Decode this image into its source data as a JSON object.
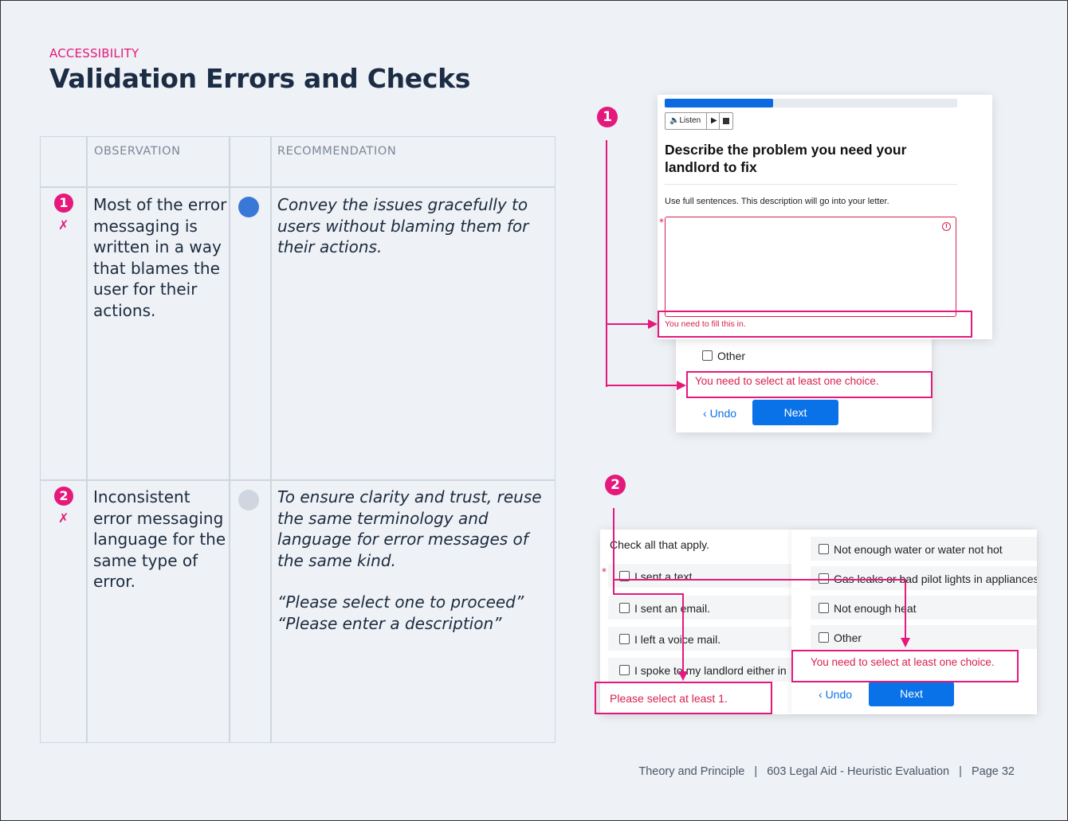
{
  "header": {
    "eyebrow": "ACCESSIBILITY",
    "title": "Validation Errors and Checks"
  },
  "table": {
    "col_observation": "OBSERVATION",
    "col_recommendation": "RECOMMENDATION",
    "rows": [
      {
        "number": "1",
        "mark": "✗",
        "observation": "Most of the error messaging is written in a way that blames the user for their actions.",
        "severity_color": "#3a78d8",
        "recommendation": "Convey the issues gracefully to users without blaming them for their actions."
      },
      {
        "number": "2",
        "mark": "✗",
        "observation": "Inconsistent error messaging language for the same type of error.",
        "severity_color": "#cfd6df",
        "recommendation": "To ensure clarity and trust, reuse the same terminology and language for error messages of the same kind.",
        "quote_1": "“Please select one to proceed”",
        "quote_2": "“Please enter a description”"
      }
    ]
  },
  "callouts": {
    "one": "1",
    "two": "2"
  },
  "shot1": {
    "progress_fraction": 0.37,
    "listen_label": "Listen",
    "question": "Describe the problem you need your landlord to fix",
    "hint": "Use full sentences. This description will go into your letter.",
    "required_mark": "*",
    "field_error": "You need to fill this in.",
    "other_label": "Other",
    "choice_error": "You need to select at least one choice.",
    "undo_label": "Undo",
    "next_label": "Next"
  },
  "shot2": {
    "instruction": "Check all that apply.",
    "required_mark": "*",
    "left_options": [
      "I sent a text.",
      "I sent an email.",
      "I left a voice mail.",
      "I spoke to my landlord either in"
    ],
    "right_options": [
      "Not enough water or water not hot",
      "Gas leaks or bad pilot lights in appliances",
      "Not enough heat",
      "Other"
    ],
    "left_error": "Please select at least 1.",
    "right_error": "You need to select at least one choice.",
    "undo_label": "Undo",
    "next_label": "Next"
  },
  "footer": {
    "section": "Theory and Principle",
    "document": "603 Legal Aid - Heuristic Evaluation",
    "page": "Page 32",
    "separator": "|"
  },
  "colors": {
    "accent": "#e5197c",
    "primary_button": "#0a72e8",
    "error_text": "#d8204d"
  }
}
